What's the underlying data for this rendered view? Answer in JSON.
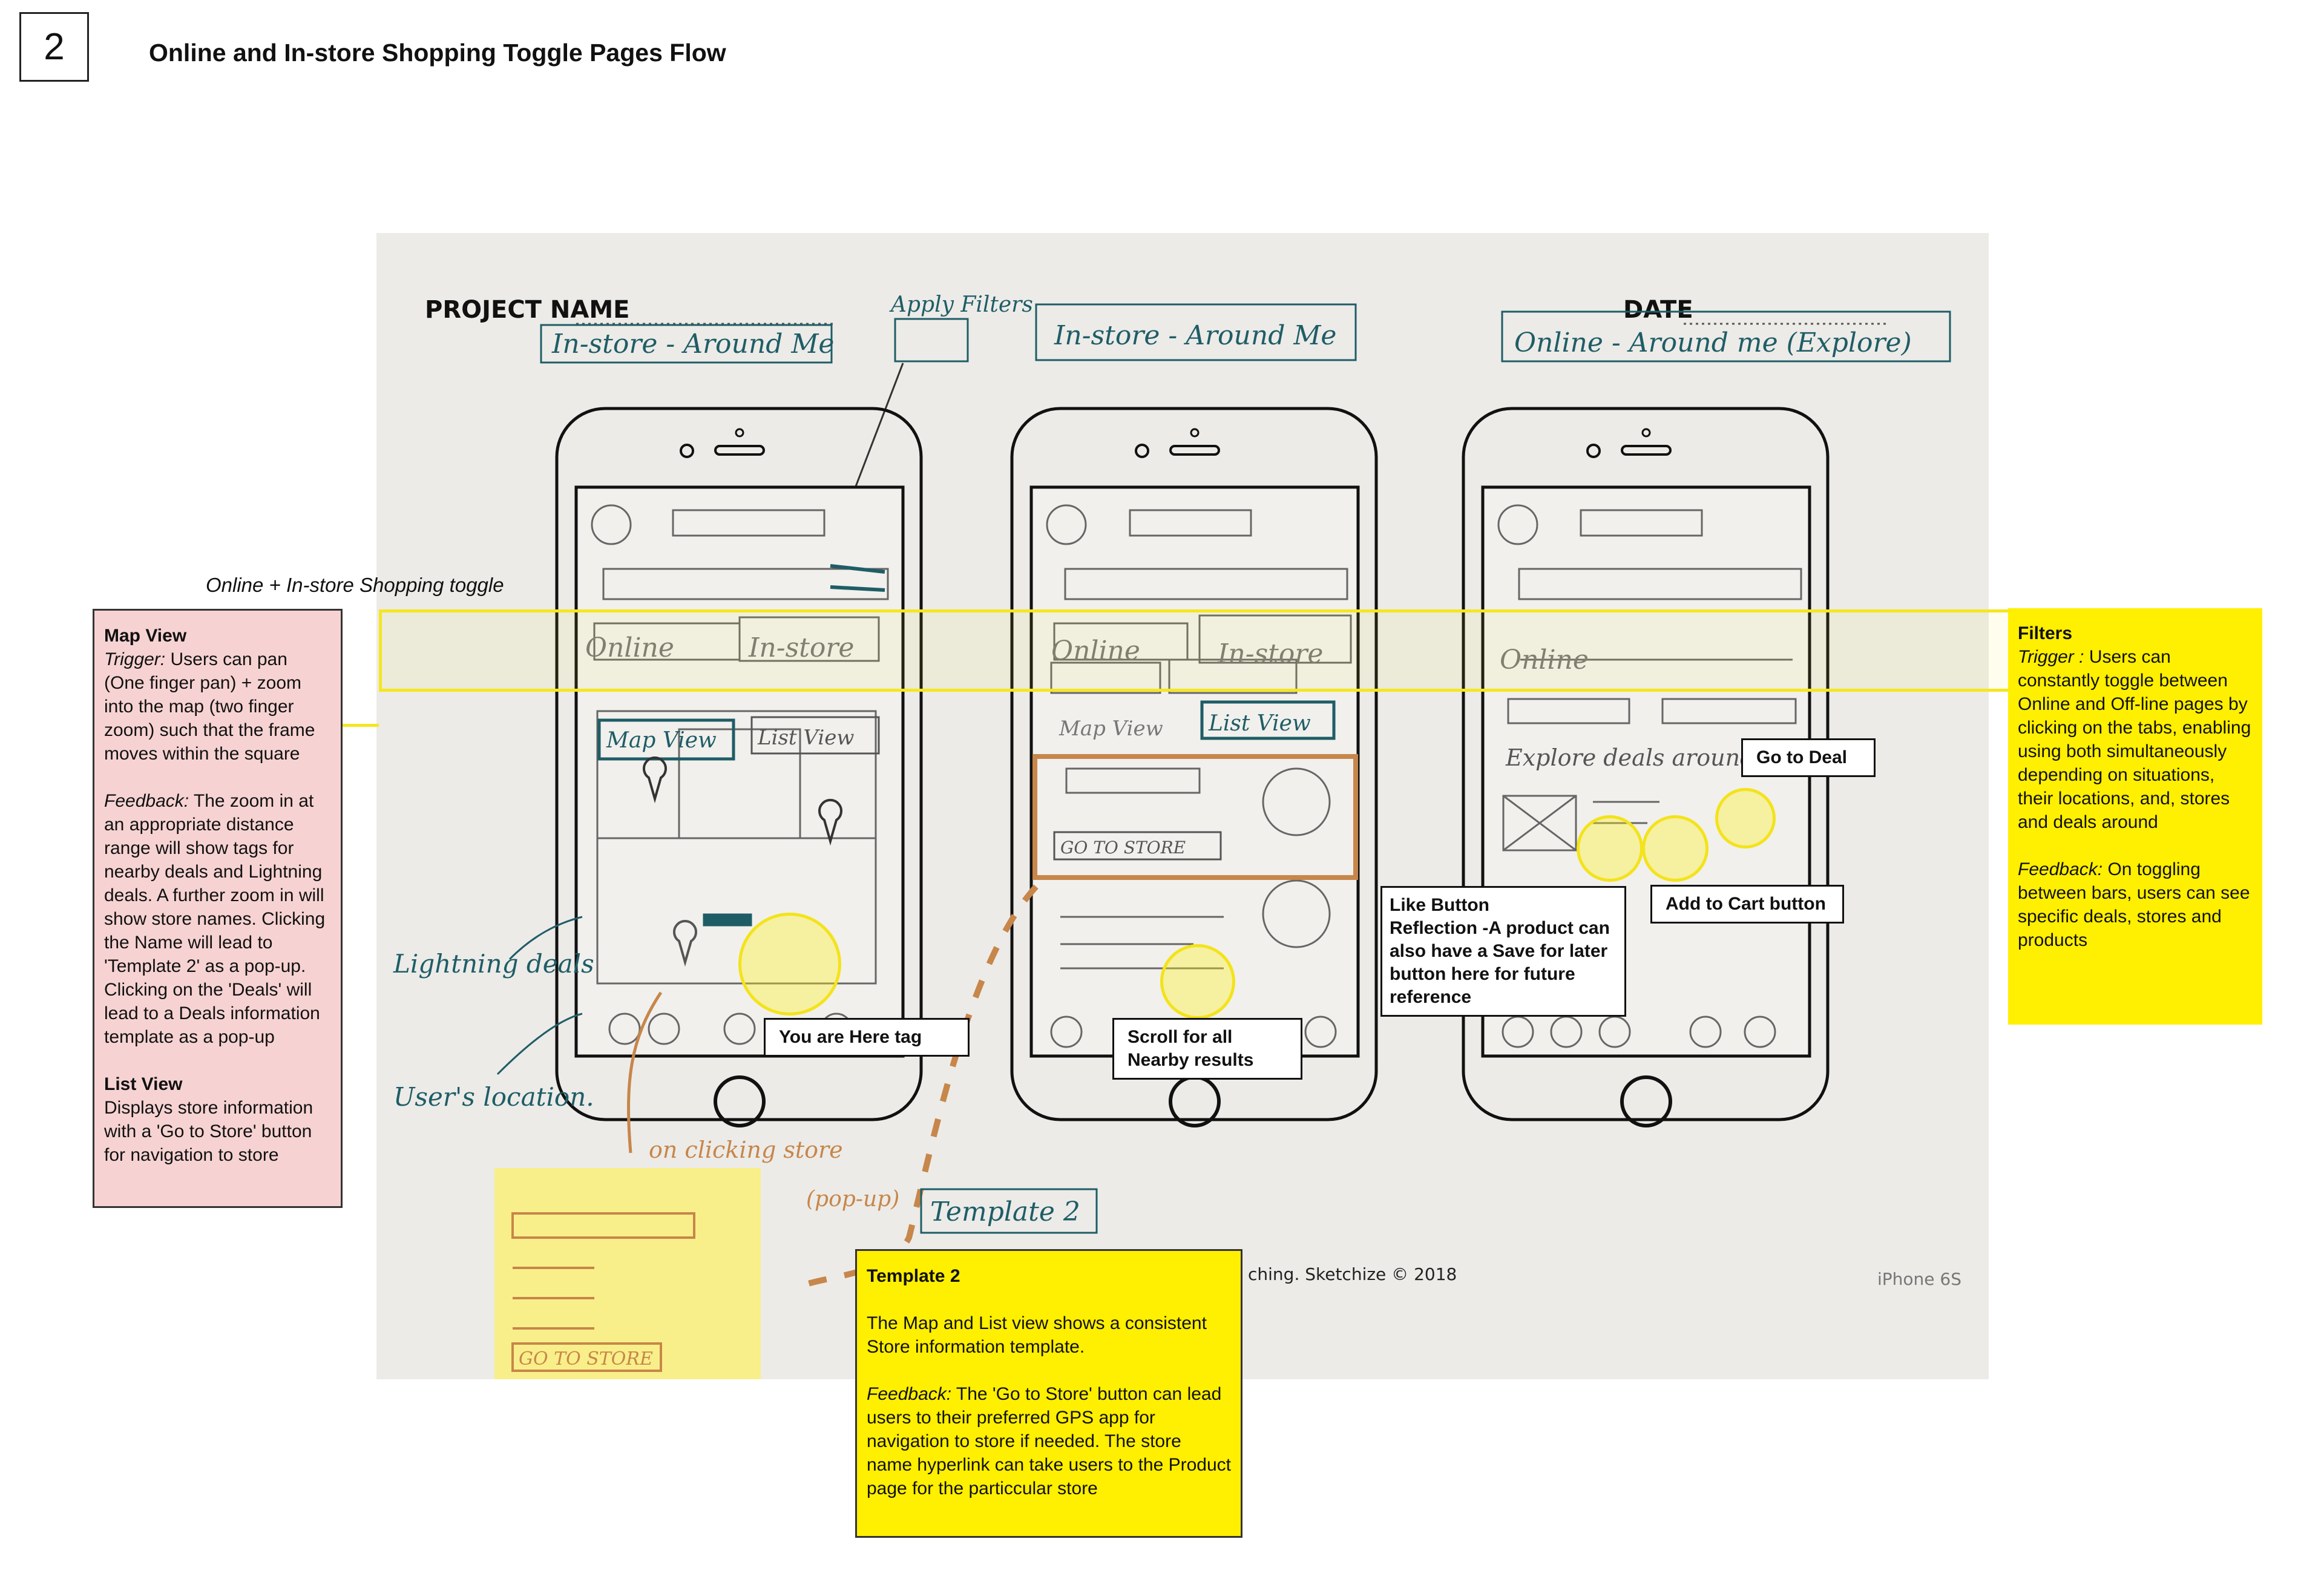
{
  "header": {
    "number": "2",
    "title": "Online and In-store Shopping Toggle Pages Flow"
  },
  "toggle_caption": "Online + In-store Shopping toggle",
  "sketch": {
    "project_label": "PROJECT NAME",
    "date_label": "DATE",
    "screen_titles": [
      "In-store - Around Me",
      "In-store - Around Me",
      "Online - Around me (Explore)"
    ],
    "apply_filters": "Apply Filters",
    "tabs": {
      "online": "Online",
      "instore": "In-store",
      "map_view": "Map View",
      "list_view": "List View"
    },
    "go_to_store": "GO TO STORE",
    "explore_deals": "Explore deals around",
    "lightning_deals": "Lightning deals",
    "users_location": "User's location.",
    "on_clicking_store": "on clicking store",
    "popup": "(pop-up)",
    "template_label": "Template 2",
    "footer_left": "ching. Sketchize © 2018",
    "footer_right": "iPhone 6S"
  },
  "map_view_note": {
    "heading": "Map View",
    "trigger_label": "Trigger:",
    "trigger_text": "Users can pan (One finger pan) + zoom into the map (two finger zoom) such that the frame moves within the square",
    "feedback_label": "Feedback:",
    "feedback_text": "The zoom in at an appropriate distance range will show tags for nearby deals and Lightning deals. A further zoom in will show store names. Clicking the Name will lead to 'Template 2' as a pop-up. Clicking on the 'Deals' will lead to a Deals information template as a pop-up",
    "list_heading": "List View",
    "list_text": "Displays store information with a 'Go to Store' button for navigation to store"
  },
  "filters_note": {
    "heading": "Filters",
    "trigger_label": "Trigger :",
    "trigger_text": "Users can constantly toggle between Online and Off-line pages by clicking on the tabs, enabling using both simultaneously depending on situations, their locations, and, stores and deals around",
    "feedback_label": "Feedback:",
    "feedback_text": "On toggling between bars, users can see specific deals, stores and products"
  },
  "template_note": {
    "heading": "Template 2",
    "text": "The Map and List view shows a consistent Store information template.",
    "feedback_label": "Feedback:",
    "feedback_text": "The 'Go to Store' button can lead  users to  their preferred GPS app for navigation to store if needed. The store name hyperlink can take users to the Product page for the particcular store"
  },
  "callouts": {
    "you_are_here": "You are Here tag",
    "scroll": "Scroll for all Nearby results",
    "like_button_title": "Like Button",
    "like_button_text": "Reflection -A product can also have a Save for later button here for future reference",
    "add_to_cart": "Add to Cart button",
    "go_to_deal": "Go to Deal"
  },
  "colors": {
    "highlight_yellow": "#ffef00",
    "pink_note": "#f6d3d2",
    "sketch_paper": "#ecebe8",
    "ink_teal": "#1f5d66",
    "ink_brown": "#c7864a"
  }
}
